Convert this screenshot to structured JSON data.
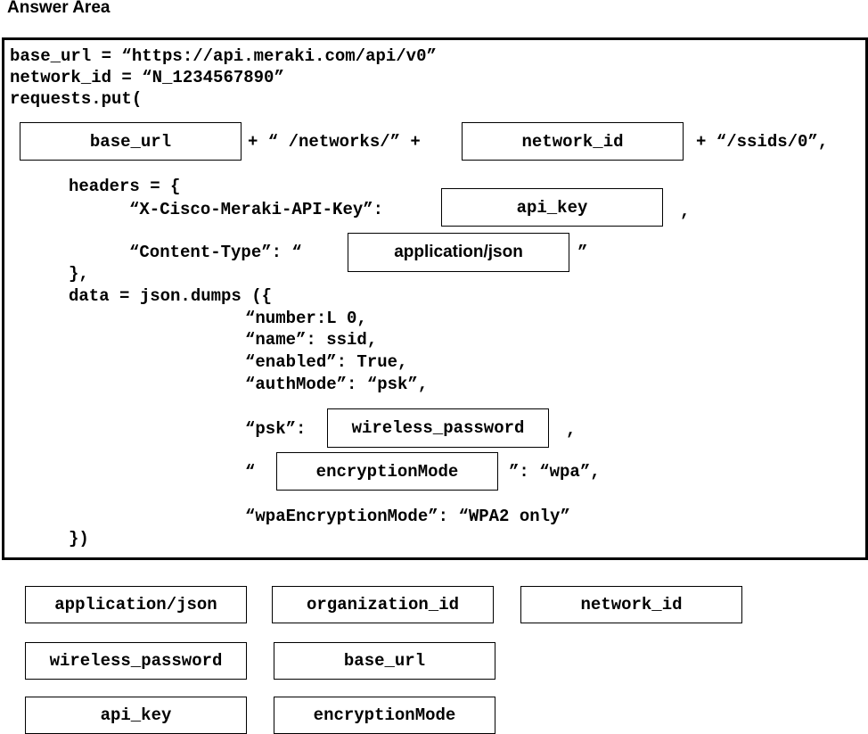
{
  "title": "Answer Area",
  "code": {
    "l1": "base_url = “https://api.meraki.com/api/v0”",
    "l2": "network_id = “N_1234567890”",
    "l3": "requests.put(",
    "url_plus1": "+ “ /networks/” +",
    "url_plus2": "+ “/ssids/0”,",
    "headers_open": "headers = {",
    "api_key_label": "“X-Cisco-Meraki-API-Key”:",
    "comma": ",",
    "content_type_label": "“Content-Type”: “",
    "close_quote": "”",
    "headers_close": "},",
    "data_open": "data = json.dumps ({",
    "number": "“number:L 0,",
    "name": "“name”: ssid,",
    "enabled": "“enabled”: True,",
    "authmode": "“authMode”: “psk”,",
    "psk_label": "“psk”:",
    "open_quote": "“",
    "enc_tail": "”: “wpa”,",
    "wpa": "“wpaEncryptionMode”: “WPA2 only”",
    "close": "})"
  },
  "slots": {
    "base_url": "base_url",
    "network_id": "network_id",
    "api_key": "api_key",
    "content_type": "application/json",
    "psk": "wireless_password",
    "encryption": "encryptionMode"
  },
  "options": {
    "application_json": "application/json",
    "organization_id": "organization_id",
    "network_id": "network_id",
    "wireless_password": "wireless_password",
    "base_url": "base_url",
    "api_key": "api_key",
    "encryption_mode": "encryptionMode"
  }
}
